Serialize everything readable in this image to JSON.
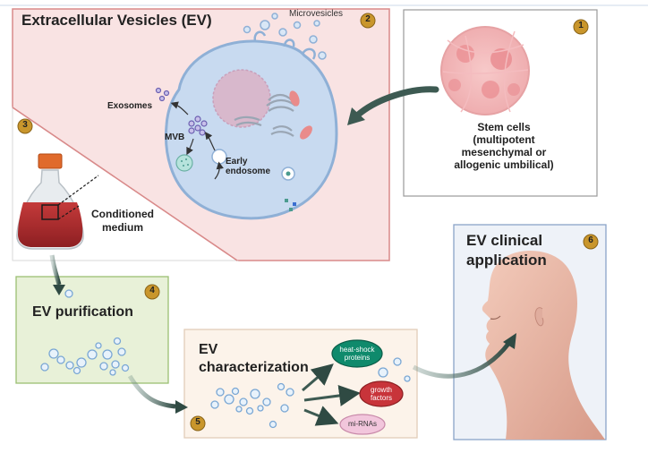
{
  "panels": {
    "ev": {
      "title": "Extracellular Vesicles (EV)",
      "badge": "2",
      "microvesicles_label": "Microvesicles",
      "exosomes_label": "Exosomes",
      "mvb_label": "MVB",
      "early_endosome_label": "Early\nendosome"
    },
    "stem": {
      "badge": "1",
      "label": "Stem cells\n(multipotent\nmesenchymal or\nallogenic umbilical)"
    },
    "culture": {
      "badge": "3",
      "label": "Conditioned\nmedium"
    },
    "purification": {
      "badge": "4",
      "title": "EV purification"
    },
    "characterization": {
      "badge": "5",
      "title": "EV\ncharacterization",
      "items": [
        "heat-shock\nproteins",
        "growth\nfactors",
        "mi-RNAs"
      ]
    },
    "clinical": {
      "badge": "6",
      "title": "EV clinical\napplication"
    }
  },
  "colors": {
    "badge_fill": "#c9962c",
    "ev_panel_bg": "#f9e3e3",
    "ev_panel_border": "#d98a8a",
    "cell_fill": "#c8daf0",
    "purification_bg": "#e8f1d8",
    "characterization_bg": "#fcf3ea",
    "clinical_bg": "#eef2f8",
    "heat_shock": "#0f8a6c",
    "growth": "#c8343a",
    "mirna": "#f2c6dc",
    "arrow": "#3d5a52"
  }
}
